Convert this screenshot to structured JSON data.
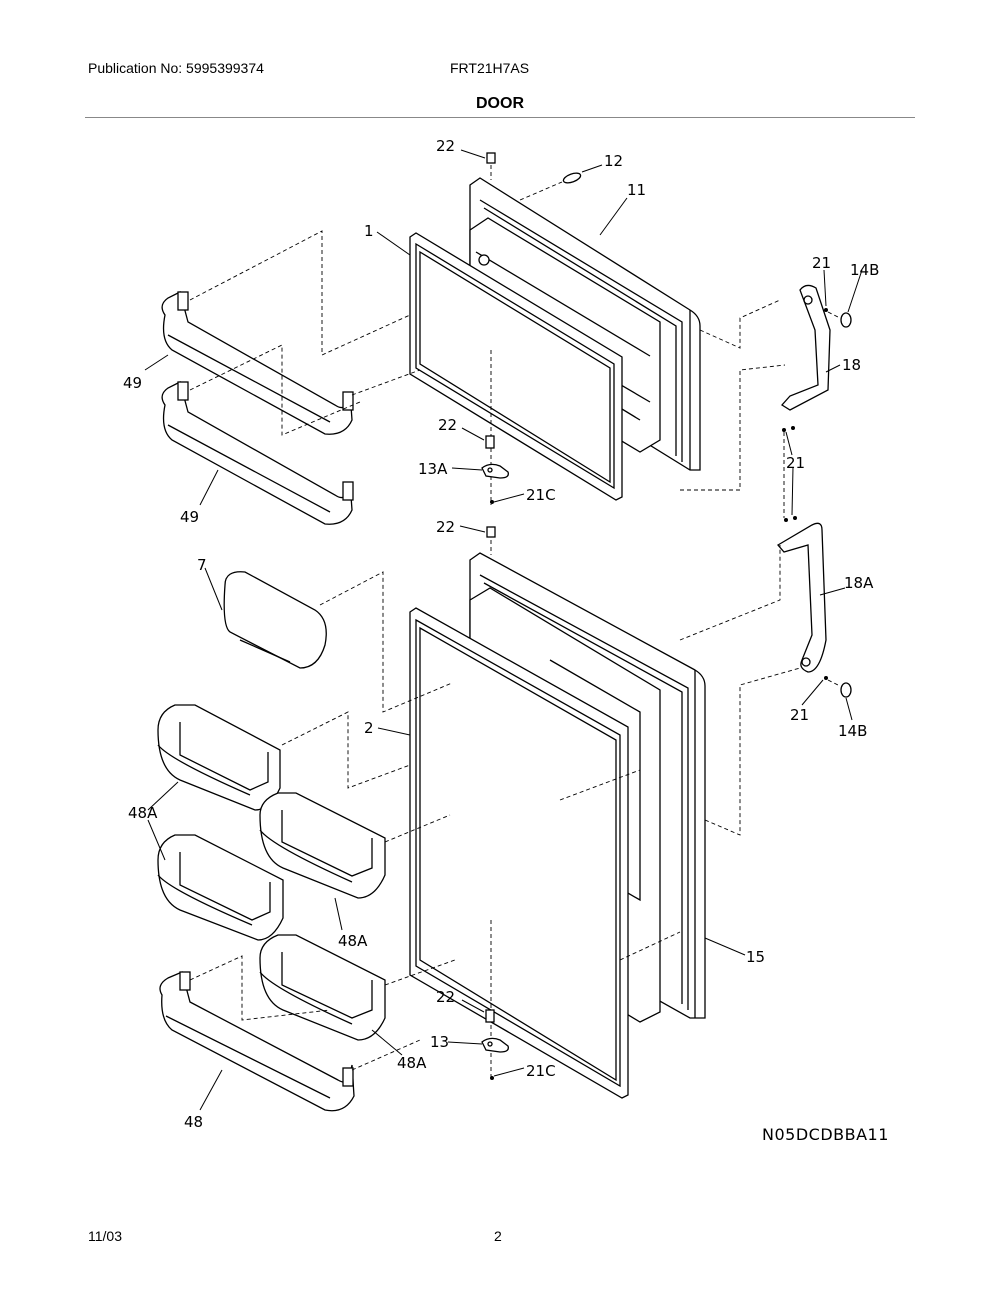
{
  "header": {
    "publication": "Publication No: 5995399374",
    "model": "FRT21H7AS",
    "section_title": "DOOR"
  },
  "diagram": {
    "drawing_code": "N05DCDBBA11",
    "callouts": [
      {
        "id": "c22a",
        "label": "22"
      },
      {
        "id": "c12",
        "label": "12"
      },
      {
        "id": "c11",
        "label": "11"
      },
      {
        "id": "c1",
        "label": "1"
      },
      {
        "id": "c21a",
        "label": "21"
      },
      {
        "id": "c14Ba",
        "label": "14B"
      },
      {
        "id": "c18",
        "label": "18"
      },
      {
        "id": "c49a",
        "label": "49"
      },
      {
        "id": "c22b",
        "label": "22"
      },
      {
        "id": "c13A",
        "label": "13A"
      },
      {
        "id": "c21b",
        "label": "21"
      },
      {
        "id": "c21Ca",
        "label": "21C"
      },
      {
        "id": "c49b",
        "label": "49"
      },
      {
        "id": "c22c",
        "label": "22"
      },
      {
        "id": "c7",
        "label": "7"
      },
      {
        "id": "c18A",
        "label": "18A"
      },
      {
        "id": "c2",
        "label": "2"
      },
      {
        "id": "c21c",
        "label": "21"
      },
      {
        "id": "c14Bb",
        "label": "14B"
      },
      {
        "id": "c48Aa",
        "label": "48A"
      },
      {
        "id": "c48Ab",
        "label": "48A"
      },
      {
        "id": "c15",
        "label": "15"
      },
      {
        "id": "c22d",
        "label": "22"
      },
      {
        "id": "c48Ac",
        "label": "48A"
      },
      {
        "id": "c13",
        "label": "13"
      },
      {
        "id": "c21Cb",
        "label": "21C"
      },
      {
        "id": "c48",
        "label": "48"
      }
    ]
  },
  "footer": {
    "date": "11/03",
    "page_number": "2"
  }
}
